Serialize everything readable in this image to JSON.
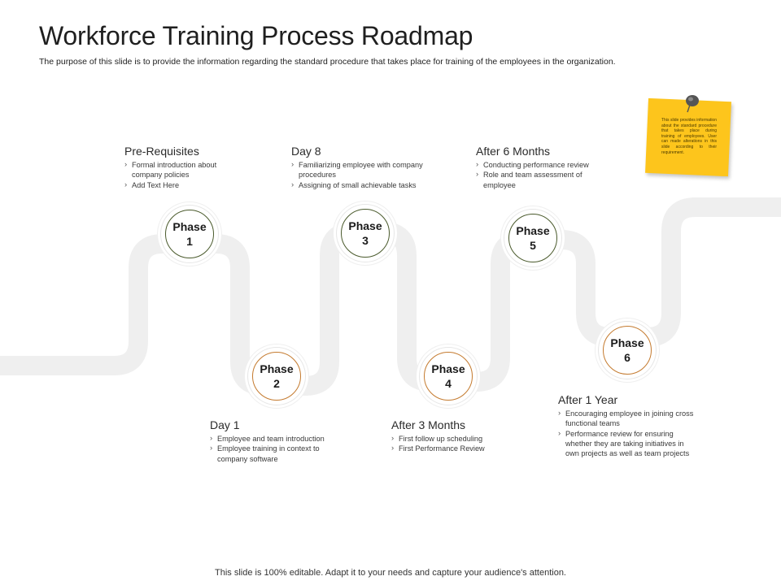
{
  "header": {
    "title": "Workforce Training Process Roadmap",
    "subtitle": "The purpose of this slide is to provide the information regarding the standard procedure that takes place for training of the employees in the organization."
  },
  "phases": [
    {
      "line1": "Phase",
      "line2": "1"
    },
    {
      "line1": "Phase",
      "line2": "2"
    },
    {
      "line1": "Phase",
      "line2": "3"
    },
    {
      "line1": "Phase",
      "line2": "4"
    },
    {
      "line1": "Phase",
      "line2": "5"
    },
    {
      "line1": "Phase",
      "line2": "6"
    }
  ],
  "milestones": [
    {
      "heading": "Pre-Requisites",
      "bullets": [
        "Formal introduction about company policies",
        "Add Text Here"
      ]
    },
    {
      "heading": "Day  1",
      "bullets": [
        "Employee and team introduction",
        "Employee training in context to company software"
      ]
    },
    {
      "heading": "Day 8",
      "bullets": [
        "Familiarizing employee with company procedures",
        "Assigning of small achievable tasks"
      ]
    },
    {
      "heading": "After 3 Months",
      "bullets": [
        "First follow up scheduling",
        "First Performance Review"
      ]
    },
    {
      "heading": "After 6 Months",
      "bullets": [
        "Conducting performance review",
        "Role and team assessment of employee"
      ]
    },
    {
      "heading": "After 1 Year",
      "bullets": [
        "Encouraging employee in joining cross functional teams",
        "Performance review for ensuring whether they are taking initiatives in own projects as well as team projects"
      ]
    }
  ],
  "sticky_note": {
    "text": "This slide provides information about the standard procedure that takes place during training of employees. User can made alterations in this slide according to their requirement."
  },
  "footer": "This slide is 100% editable. Adapt it to your needs and capture your audience's attention.",
  "colors": {
    "road": "#efefef",
    "ring_dark": "#4a5a2c",
    "ring_orange": "#c47a2e",
    "note": "#fdc51c"
  }
}
